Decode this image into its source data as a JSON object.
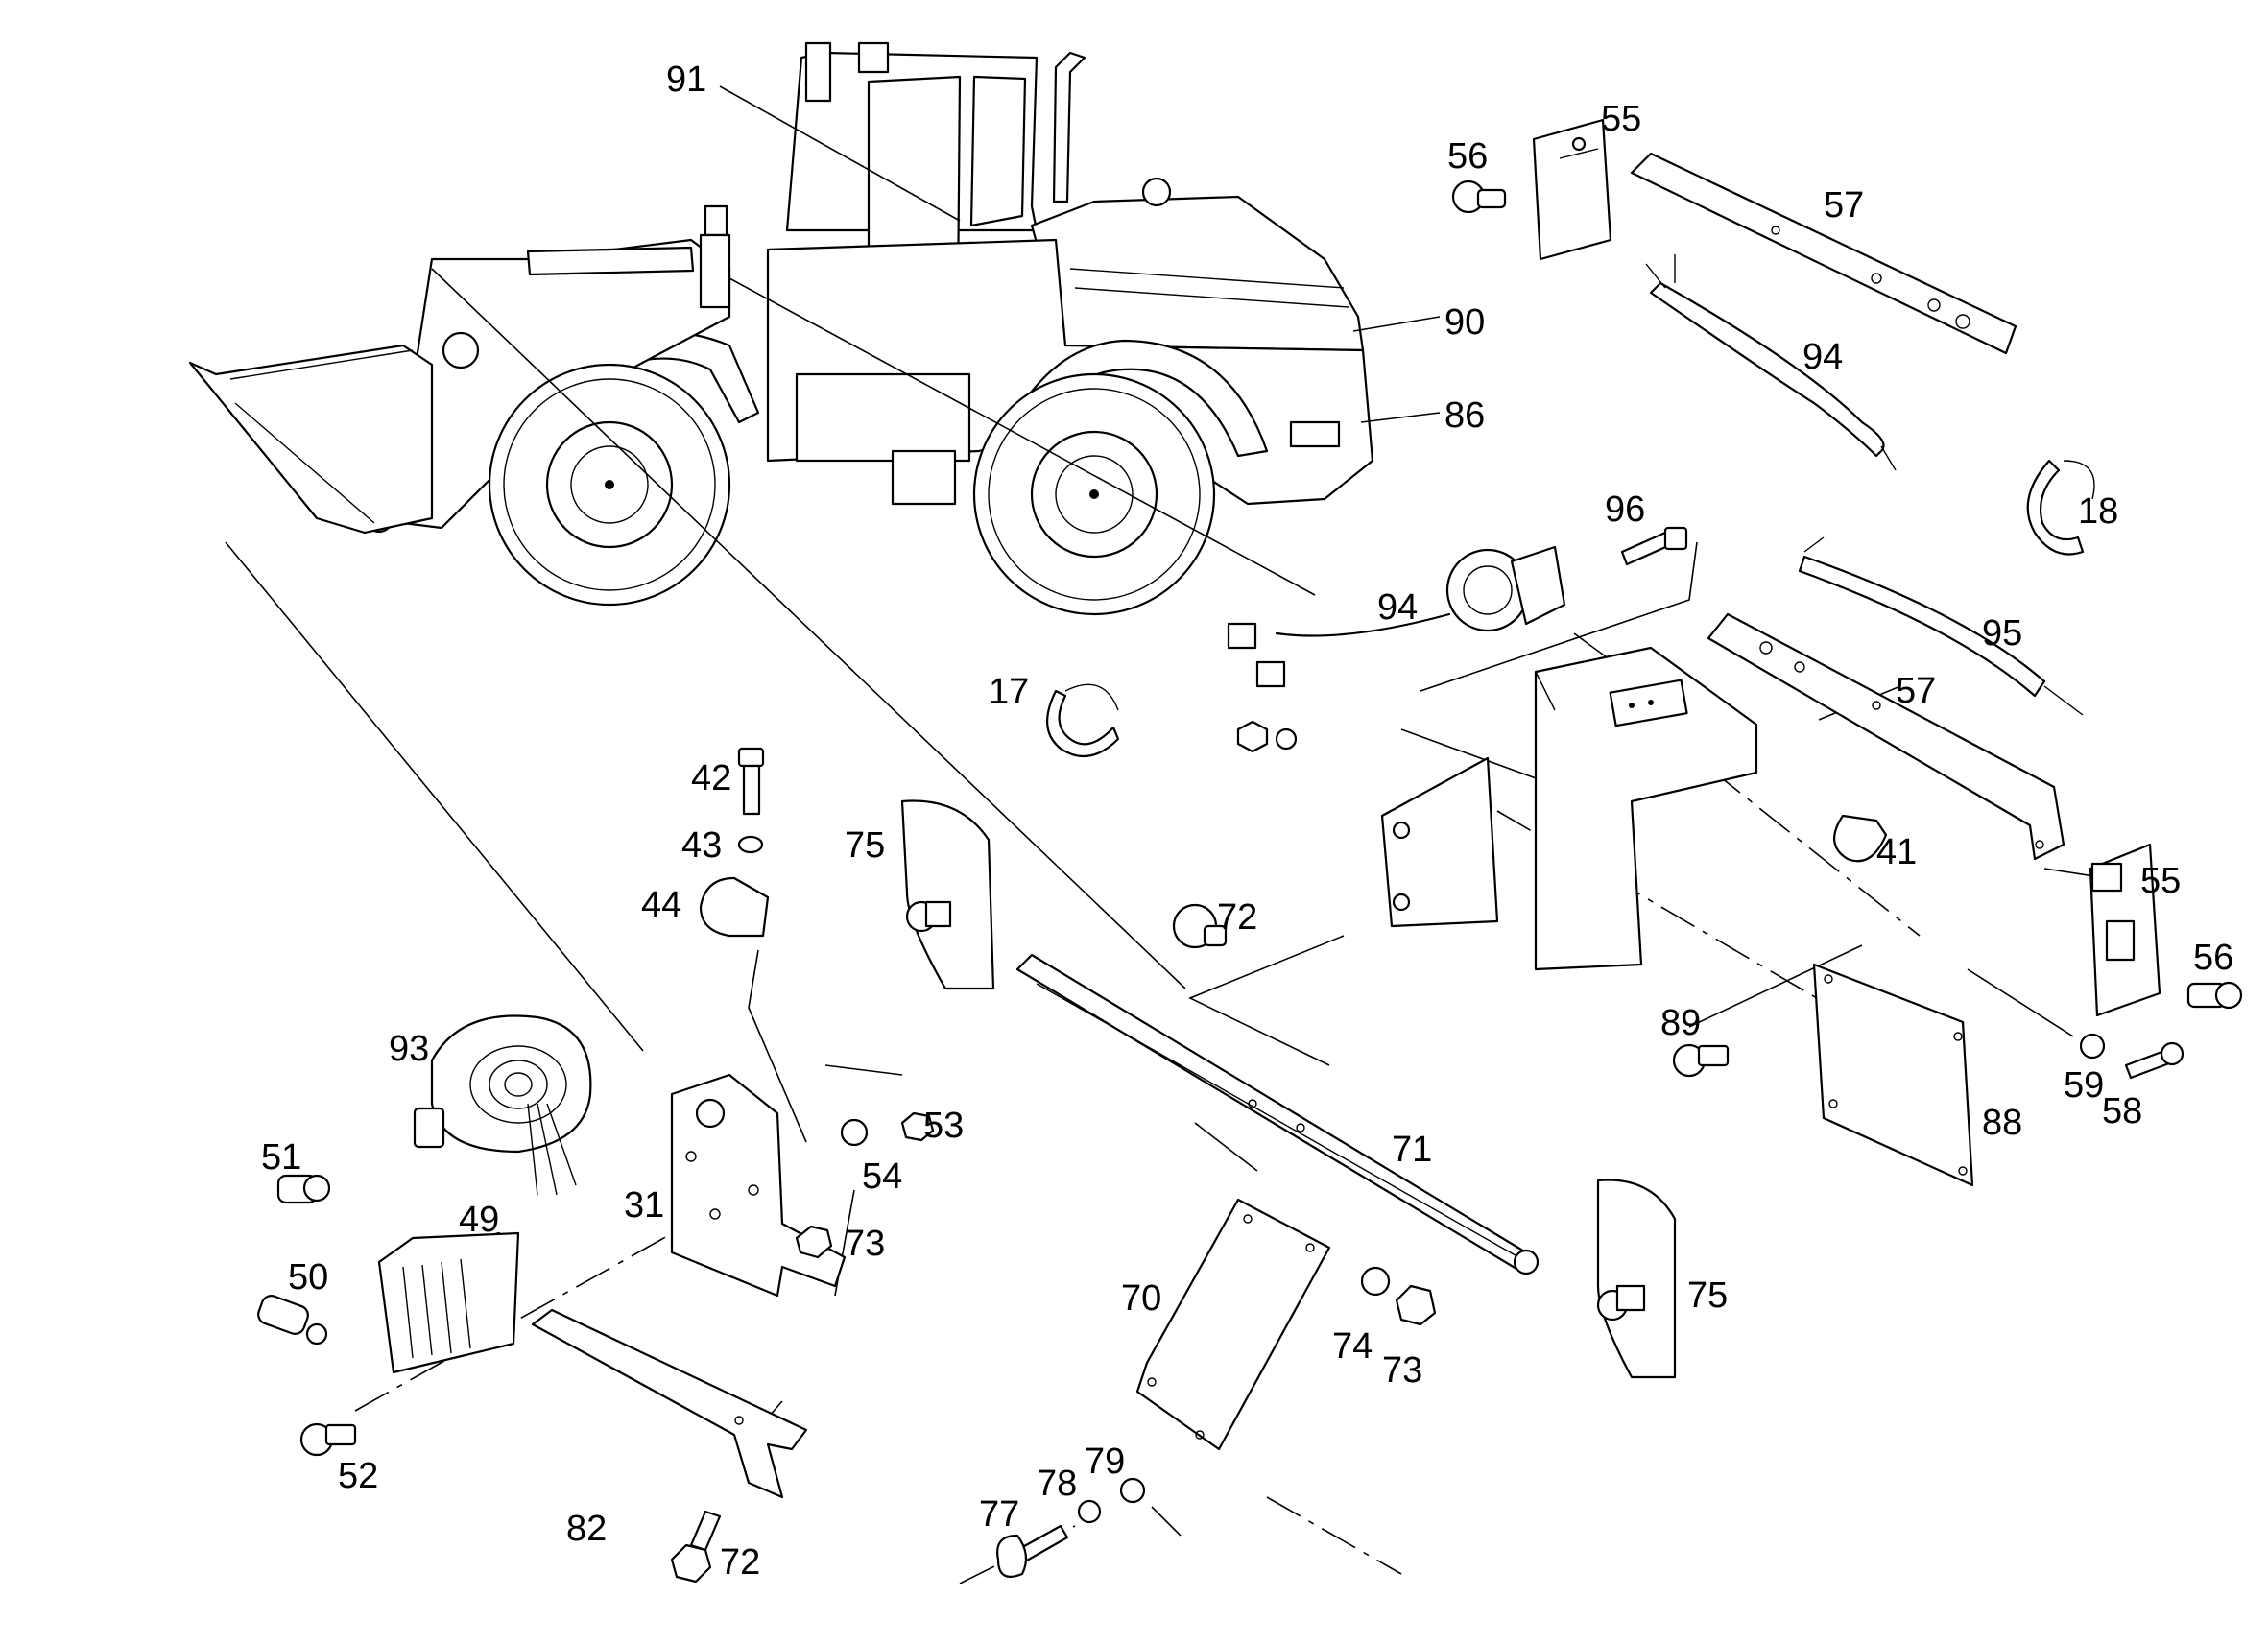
{
  "labels": {
    "l91": "91",
    "l55a": "55",
    "l56a": "56",
    "l57a": "57",
    "l90": "90",
    "l94a": "94",
    "l86": "86",
    "l18": "18",
    "l96": "96",
    "l94b": "94",
    "l95": "95",
    "l17": "17",
    "l57b": "57",
    "l42": "42",
    "l43": "43",
    "l41": "41",
    "l55b": "55",
    "l75a": "75",
    "l72a": "72",
    "l56b": "56",
    "l44": "44",
    "l89": "89",
    "l93": "93",
    "l53": "53",
    "l59": "59",
    "l54": "54",
    "l58": "58",
    "l88": "88",
    "l71": "71",
    "l51": "51",
    "l31": "31",
    "l73a": "73",
    "l49": "49",
    "l50": "50",
    "l70": "70",
    "l75b": "75",
    "l74": "74",
    "l73b": "73",
    "l52": "52",
    "l79": "79",
    "l78": "78",
    "l82": "82",
    "l77": "77",
    "l72b": "72"
  },
  "colors": {
    "line": "#000000",
    "background": "#ffffff"
  }
}
